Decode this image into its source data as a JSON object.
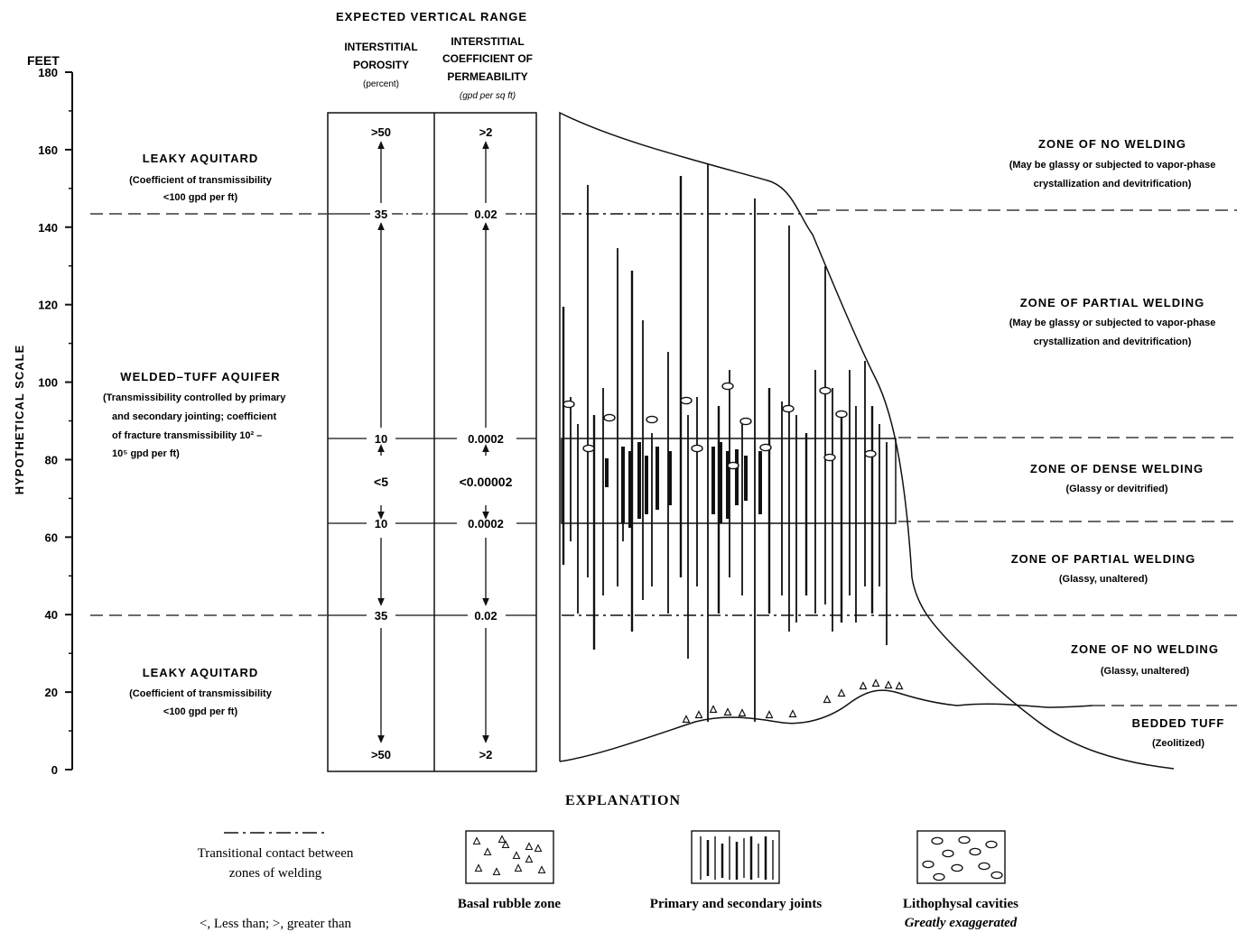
{
  "scale": {
    "unit": "FEET",
    "axis_label": "HYPOTHETICAL SCALE",
    "ticks": [
      "180",
      "160",
      "140",
      "120",
      "100",
      "80",
      "60",
      "40",
      "20",
      "0"
    ]
  },
  "range": {
    "title": "EXPECTED VERTICAL RANGE",
    "porosity": {
      "header": [
        "INTERSTITIAL",
        "POROSITY"
      ],
      "units": "(percent)",
      "values": [
        ">50",
        "35",
        "10",
        "<5",
        "10",
        "35",
        ">50"
      ]
    },
    "permeability": {
      "header": [
        "INTERSTITIAL",
        "COEFFICIENT OF",
        "PERMEABILITY"
      ],
      "units": "(gpd per sq ft)",
      "values": [
        ">2",
        "0.02",
        "0.0002",
        "<0.00002",
        "0.0002",
        "0.02",
        ">2"
      ]
    }
  },
  "hydro_units": {
    "top": {
      "name": "LEAKY AQUITARD",
      "lines": [
        "(Coefficient of transmissibility",
        "<100 gpd per ft)"
      ]
    },
    "middle": {
      "name": "WELDED–TUFF AQUIFER",
      "lines": [
        "(Transmissibility controlled by primary",
        "and secondary jointing; coefficient",
        "of fracture transmissibility 10² –",
        "10⁵ gpd per ft)"
      ]
    },
    "bottom": {
      "name": "LEAKY AQUITARD",
      "lines": [
        "(Coefficient of transmissibility",
        "<100 gpd per ft)"
      ]
    }
  },
  "zones": [
    {
      "name": "ZONE OF NO WELDING",
      "lines": [
        "(May be glassy or subjected to vapor-phase",
        "crystallization and devitrification)"
      ]
    },
    {
      "name": "ZONE OF PARTIAL WELDING",
      "lines": [
        "(May be glassy or subjected to vapor-phase",
        "crystallization and devitrification)"
      ]
    },
    {
      "name": "ZONE OF DENSE WELDING",
      "lines": [
        "(Glassy or devitrified)"
      ]
    },
    {
      "name": "ZONE OF PARTIAL WELDING",
      "lines": [
        "(Glassy, unaltered)"
      ]
    },
    {
      "name": "ZONE OF NO WELDING",
      "lines": [
        "(Glassy, unaltered)"
      ]
    },
    {
      "name": "BEDDED TUFF",
      "lines": [
        "(Zeolitized)"
      ]
    }
  ],
  "explanation": {
    "title": "EXPLANATION",
    "transitional": [
      "Transitional contact between",
      "zones of welding"
    ],
    "symbols_note": "<, Less than; >, greater than",
    "rubble": "Basal rubble zone",
    "joints": "Primary and secondary joints",
    "lithophysal": [
      "Lithophysal cavities",
      "Greatly exaggerated"
    ]
  }
}
